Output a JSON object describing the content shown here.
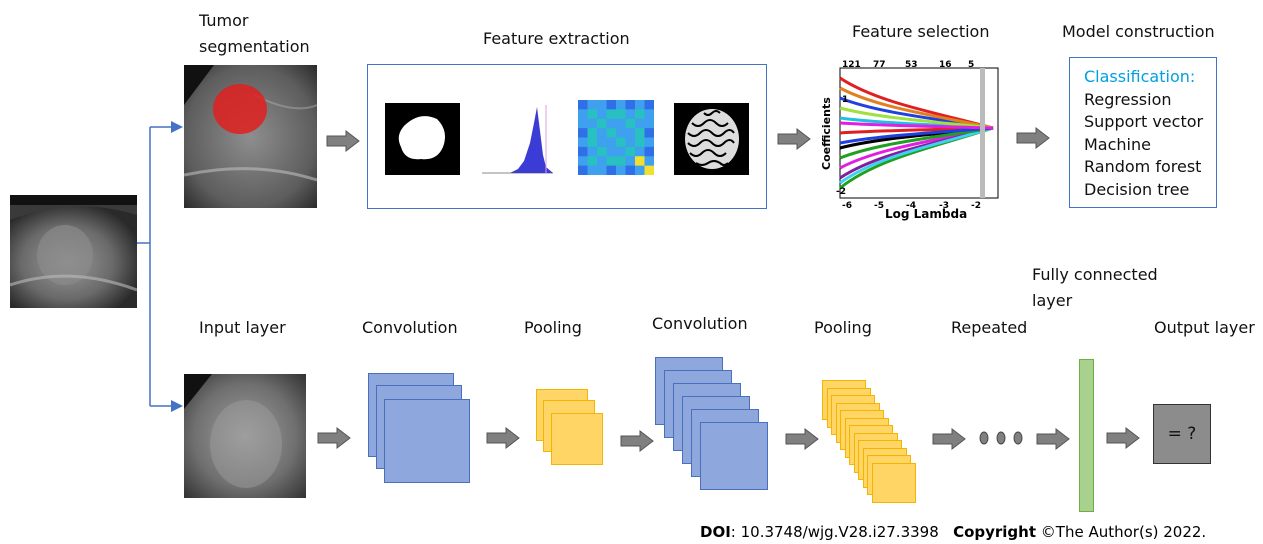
{
  "labels": {
    "tumor_segmentation_line1": "Tumor",
    "tumor_segmentation_line2": "segmentation",
    "feature_extraction": "Feature extraction",
    "feature_selection": "Feature selection",
    "model_construction": "Model construction",
    "input_layer": "Input layer",
    "convolution_1": "Convolution",
    "pooling_1": "Pooling",
    "convolution_2": "Convolution",
    "pooling_2": "Pooling",
    "repeated": "Repeated",
    "fully_connected_line1": "Fully connected",
    "fully_connected_line2": "layer",
    "output_layer": "Output layer",
    "output_value": "= ?"
  },
  "model_box": {
    "heading": "Classification:",
    "items": [
      "Regression",
      "Support vector",
      "Machine",
      "Random forest",
      "Decision tree"
    ]
  },
  "lasso_plot": {
    "ylabel": "Coefficients",
    "xlabel": "Log Lambda",
    "top_ticks": [
      "121",
      "77",
      "53",
      "16",
      "5"
    ],
    "x_ticks": [
      "-6",
      "-5",
      "-4",
      "-3",
      "-2"
    ],
    "y_ticks": [
      "-2",
      "1"
    ]
  },
  "footer": {
    "doi_label": "DOI",
    "doi_value": ": 10.3748/wjg.V28.i27.3398",
    "copyright_label": "Copyright",
    "copyright_value": " ©The Author(s) 2022."
  },
  "colors": {
    "connector": "#4472C4",
    "title_accent": "#00A0E0",
    "blue_layer": "#8EA8DE",
    "yellow_layer": "#FFD566",
    "fc_layer": "#A9D18E",
    "arrow": "#808080"
  },
  "icons": [
    "arrow-right-icon"
  ]
}
